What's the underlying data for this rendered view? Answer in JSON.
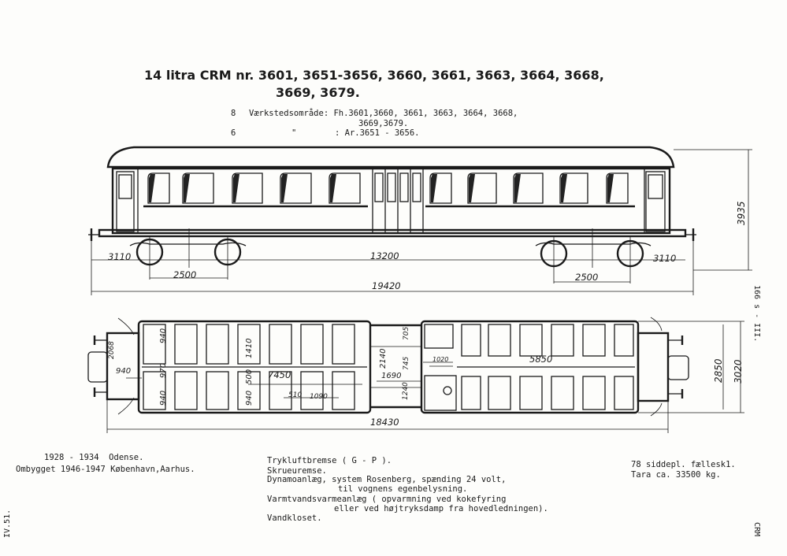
{
  "title": {
    "line1": "14 litra CRM nr. 3601, 3651-3656, 3660, 3661, 3663, 3664, 3668,",
    "line2": "3669, 3679."
  },
  "workshop": {
    "row1_num": "8",
    "row1_text": "Værkstedsområde: Fh.3601,3660, 3661, 3663, 3664, 3668,",
    "row1_cont": "3669,3679.",
    "row2_num": "6",
    "row2_ditto": "\"",
    "row2_text": ": Ar.3651 - 3656."
  },
  "side_view_dims": {
    "height": "3935",
    "overhang_left": "3110",
    "bogie_centers": "13200",
    "overhang_right": "3110",
    "wheelbase_left": "2500",
    "wheelbase_right": "2500",
    "length_over_buffers": "19420"
  },
  "plan_view_dims": {
    "end_left_2068": "2068",
    "end_left_940": "940",
    "w940_a": "940",
    "w970": "970",
    "w940_b": "940",
    "w1410": "1410",
    "w500": "500",
    "w940_c": "940",
    "compartment_left": "7450",
    "w510": "510",
    "w1090": "1090",
    "d705": "705",
    "d2140": "2140",
    "d745": "745",
    "d1690": "1690",
    "d1240": "1240",
    "d1020": "1020",
    "compartment_right": "5850",
    "inner_width": "2850",
    "outer_width": "3020",
    "total_length": "18430"
  },
  "notes": {
    "build_years": "1928 - 1934  Odense.",
    "rebuilt": "Ombygget 1946-1947 København,Aarhus.",
    "brake": "Trykluftbremse ( G - P ).",
    "handbrake": "Skrueuremse.",
    "dynamo1": "Dynamoanlæg, system Rosenberg, spænding 24 volt,",
    "dynamo2": "til vognens egenbelysning.",
    "heating1": "Varmtvandsvarmeanlæg ( opvarmning ved kokefyring",
    "heating2": "eller ved højtryksdamp fra hovedledningen).",
    "toilet": "Vandkloset.",
    "seats": "78 siddepl. fællesk1.",
    "tare": "Tara ca. 33500 kg."
  },
  "margins": {
    "right_top": "166 s - III.",
    "left_bottom": "IV.51.",
    "right_bottom": "CRM"
  }
}
